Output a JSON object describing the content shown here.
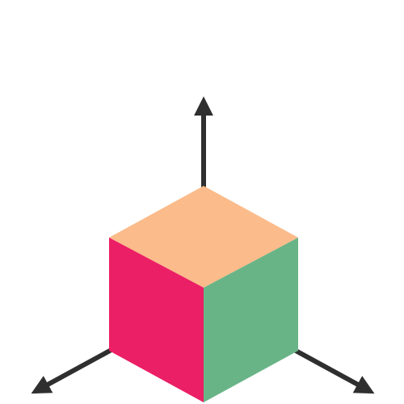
{
  "colors": {
    "background": "#ffffff",
    "axis": "#2f2f2f",
    "face_top": "#fbbb8a",
    "face_left": "#eb1f65",
    "face_right": "#69b487"
  },
  "axes": [
    "up",
    "down-left",
    "down-right"
  ]
}
